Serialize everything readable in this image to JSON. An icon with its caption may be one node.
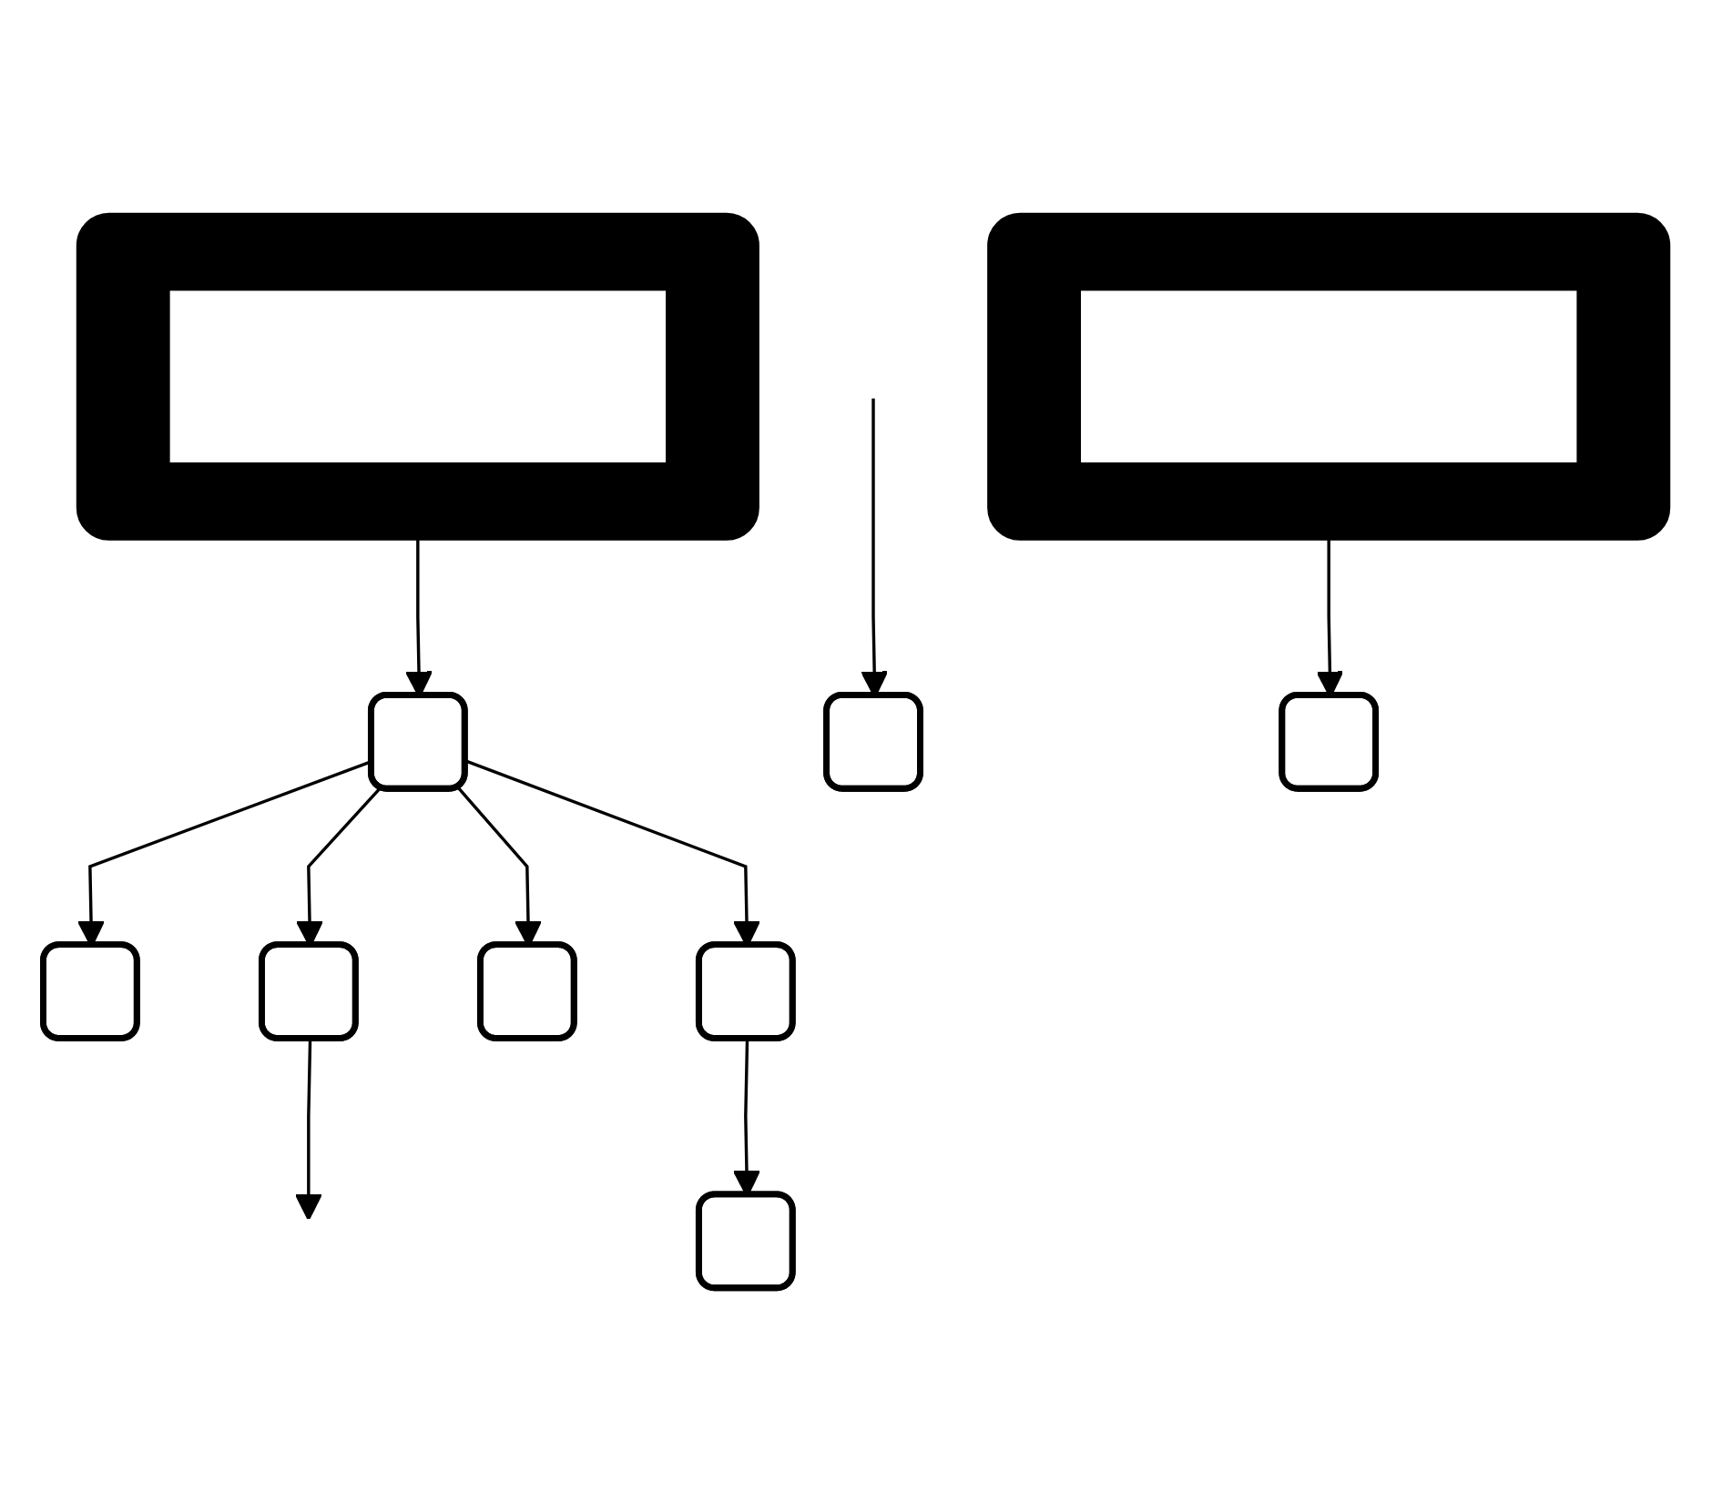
{
  "diagram": {
    "nodes": [
      {
        "text": [],
        "shape": "box"
      },
      {
        "text": [],
        "shape": "bar",
        "in": 0
      },
      {
        "text": [],
        "shape": "box"
      },
      {
        "text": [],
        "shape": "box"
      },
      {
        "text": [],
        "shape": "box"
      },
      {
        "text": [],
        "shape": "box"
      },
      {
        "text": [],
        "shape": "box"
      },
      {
        "text": [],
        "shape": "box"
      },
      {
        "text": [],
        "shape": "box"
      },
      {
        "text": [],
        "shape": "box"
      },
      {
        "text": [],
        "shape": "bar",
        "in": 9
      },
      {
        "text": [],
        "shape": "box"
      }
    ],
    "edges": [
      {
        "from": 1,
        "to": 2,
        "arrow": "to"
      },
      {
        "from": 2,
        "to": 3,
        "arrow": "to"
      },
      {
        "from": 2,
        "to": 4,
        "arrow": "to"
      },
      {
        "from": 2,
        "to": 5,
        "arrow": "to"
      },
      {
        "from": 2,
        "to": 6,
        "arrow": "to"
      },
      {
        "from": 4,
        "to": null,
        "arrow": "to"
      },
      {
        "from": null,
        "to": 7,
        "arrow": "to"
      },
      {
        "from": 6,
        "to": 8,
        "arrow": "to"
      },
      {
        "from": 10,
        "to": 11,
        "arrow": "to"
      }
    ]
  }
}
